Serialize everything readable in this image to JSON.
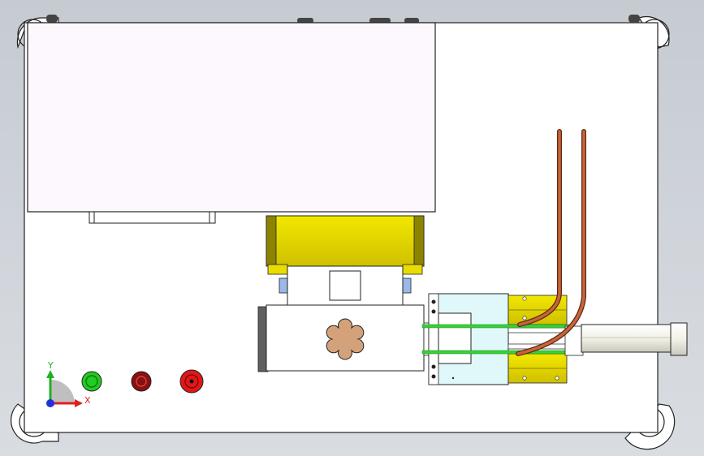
{
  "viewport": {
    "background_top": "#c6cbd2",
    "background_bottom": "#d9dde2"
  },
  "triad": {
    "x_label": "X",
    "y_label": "Y",
    "x_color": "#e02020",
    "y_color": "#20b020",
    "origin_color": "#2030e0"
  },
  "buttons": [
    {
      "name": "green",
      "color": "#22cc22"
    },
    {
      "name": "dark-red",
      "color": "#8a1010"
    },
    {
      "name": "red",
      "color": "#e01818"
    }
  ],
  "colors": {
    "base_plate": "#ffffff",
    "lid_panel": "#fdf8fd",
    "yellow_block": "#e8dc00",
    "yellow_dark": "#8c8400",
    "light_cyan": "#e0f8fa",
    "copper": "#c8643a",
    "green_line": "#38d038",
    "gear": "#d4a27a",
    "gray": "#606060"
  }
}
